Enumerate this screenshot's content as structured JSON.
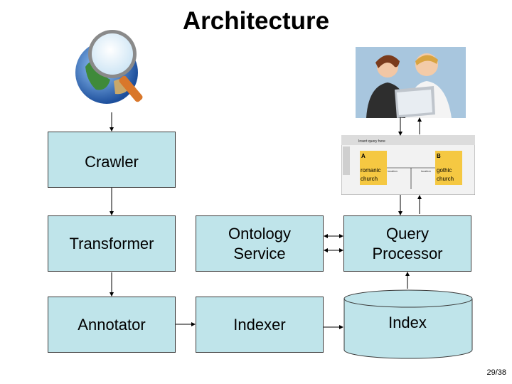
{
  "title": "Architecture",
  "boxes": {
    "crawler": "Crawler",
    "transformer": "Transformer",
    "annotator": "Annotator",
    "ontology_line1": "Ontology",
    "ontology_line2": "Service",
    "indexer": "Indexer",
    "query_line1": "Query",
    "query_line2": "Processor",
    "index": "Index"
  },
  "screenshot_panel": {
    "field1": "Insert query here",
    "col_a": "A",
    "col_b": "B",
    "cell_a1": "romanic",
    "cell_a2": "church",
    "cell_b1": "gothic",
    "cell_b2": "church",
    "rel_a": "location",
    "rel_b": "location"
  },
  "page_number": "29/38",
  "colors": {
    "box_fill": "#bfe4ea",
    "box_border": "#3a3a3a"
  }
}
